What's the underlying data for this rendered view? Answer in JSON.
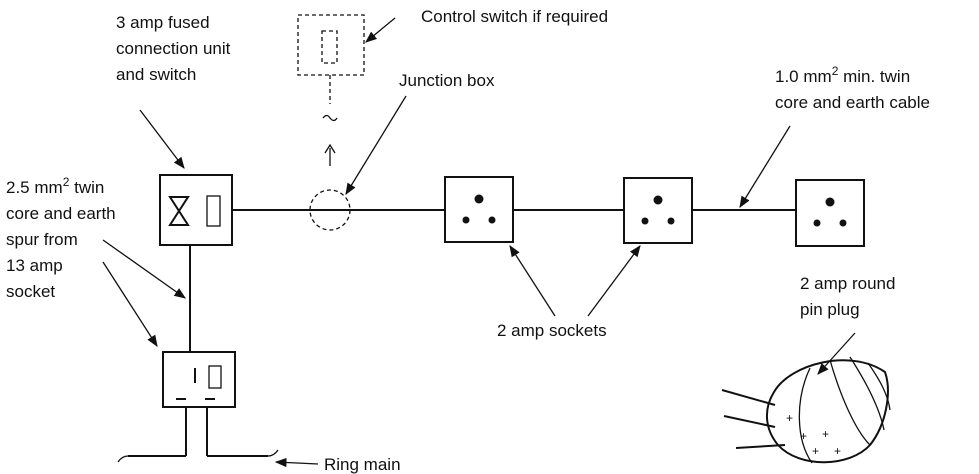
{
  "labels": {
    "fused_unit": [
      "3 amp fused",
      "connection unit",
      "and switch"
    ],
    "control_switch": "Control switch if required",
    "junction_box": "Junction box",
    "cable_1mm": {
      "line1_prefix": "1.0 mm",
      "line1_sup": "2",
      "line1_suffix": " min. twin",
      "line2": "core and earth cable"
    },
    "spur": {
      "line1_prefix": "2.5 mm",
      "line1_sup": "2",
      "line1_suffix": " twin",
      "lines": [
        "core and earth",
        "spur from",
        "13 amp",
        "socket"
      ]
    },
    "sockets": "2 amp sockets",
    "plug": [
      "2 amp round",
      "pin plug"
    ],
    "ring_main": "Ring main"
  }
}
